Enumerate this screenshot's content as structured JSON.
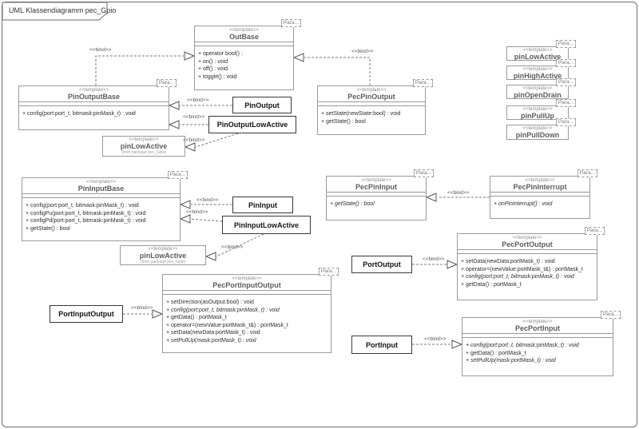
{
  "frame": {
    "title": "UML Klassendiagramm pec_Gpio"
  },
  "labels": {
    "template_stereotype": "<<template>>",
    "bind": "<<bind>>",
    "para": "Para...",
    "from_package": "(from package pec_Gpio)"
  },
  "classes": {
    "out_base": {
      "name": "OutBase",
      "methods": [
        "+ operator bool() :",
        "+ on() : void",
        "+ off() : void",
        "+ toggle() : void"
      ]
    },
    "pin_output_base": {
      "name": "PinOutputBase",
      "methods": [
        "+ config(port:port_t, bitmask:pinMask_t) : void"
      ]
    },
    "pec_pin_output": {
      "name": "PecPinOutput",
      "methods": [
        "+ setState(newState:bool) : void",
        "+ getState() : bool"
      ]
    },
    "pin_input_base": {
      "name": "PinInputBase",
      "methods": [
        "+ config(port:port_t, bitmask:pinMask_t) : void",
        "+ configPu(port:port_t, bitmask:pinMask_t) : void",
        "+ configPd(port:port_t, bitmask:pinMask_t) : void",
        "+ getState() : bool"
      ]
    },
    "pec_pin_input": {
      "name": "PecPinInput",
      "methods": [
        "+ getState() : bool"
      ]
    },
    "pec_pin_interrupt": {
      "name": "PecPinInterrupt",
      "methods": [
        "+ onPinInterrupt() : void"
      ]
    },
    "pec_port_output": {
      "name": "PecPortOutput",
      "methods": [
        "+ setData(newData:portMask_t) : void",
        "+ operator=(newValue:portMask_t&) : portMask_t",
        "+ config(port:port_t, bitmask:pinMask_t) : void",
        "+ getData() : portMask_t"
      ]
    },
    "pec_port_input_output": {
      "name": "PecPortInputOutput",
      "methods": [
        "+ setDirection(asOutput:bool) : void",
        "+ config(port:port_t, bitmask:pinMask_t) : void",
        "+ getData() : portMask_t",
        "+ operator=(newValue:portMask_t&) : portMask_t",
        "+ setData(newData:portMask_t) : void",
        "+ setPullUp(mask:portMask_t) : void"
      ]
    },
    "pec_port_input": {
      "name": "PecPortInput",
      "methods": [
        "+ config(port:port_t, bitmask:pinMask_t) : void",
        "+ getData() : portMask_t",
        "+ setPullUp(mask:portMask_t) : void"
      ]
    },
    "pin_low_active_instance_1": {
      "name": "pinLowActive"
    },
    "pin_low_active_instance_2": {
      "name": "pinLowActive"
    },
    "templates_right": [
      {
        "name": "pinLowActive"
      },
      {
        "name": "pinHighActive"
      },
      {
        "name": "pinOpenDrain"
      },
      {
        "name": "pinPullUp"
      },
      {
        "name": "pinPullDown"
      }
    ]
  },
  "bind_boxes": {
    "pin_output": "PinOutput",
    "pin_output_low_active": "PinOutputLowActive",
    "pin_input": "PinInput",
    "pin_input_low_active": "PinInputLowActive",
    "port_output": "PortOutput",
    "port_input_output": "PortInputOutput",
    "port_input": "PortInput"
  }
}
